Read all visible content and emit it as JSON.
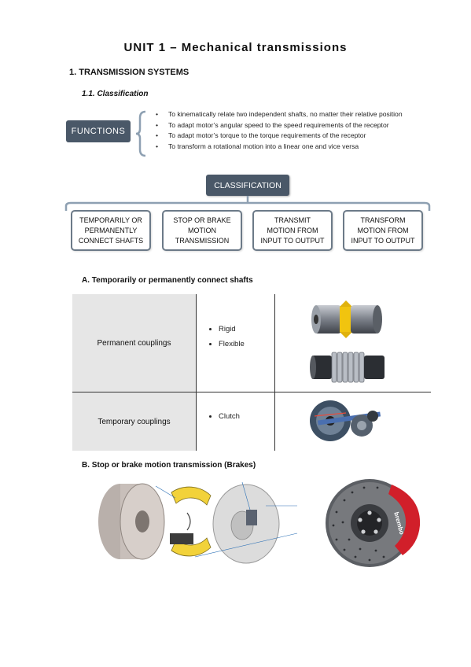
{
  "title": "UNIT 1 – Mechanical transmissions",
  "section1": "1.  TRANSMISSION SYSTEMS",
  "section1_1": "1.1.  Classification",
  "functions_label": "FUNCTIONS",
  "functions": [
    "To kinematically relate two independent shafts, no matter their relative position",
    "To adapt motor’s angular speed to the speed requirements of the receptor",
    "To adapt motor’s torque to the torque requirements of the receptor",
    "To transform a rotational motion into a linear one and vice versa"
  ],
  "classification_label": "CLASSIFICATION",
  "categories": [
    "TEMPORARILY OR\nPERMANENTLY\nCONNECT SHAFTS",
    "STOP OR BRAKE\nMOTION\nTRANSMISSION",
    "TRANSMIT\nMOTION FROM\nINPUT TO OUTPUT",
    "TRANSFORM\nMOTION FROM\nINPUT TO OUTPUT"
  ],
  "sectionA": "A.  Temporarily or permanently connect shafts",
  "couplings": {
    "permanent_label": "Permanent couplings",
    "permanent_items": [
      "Rigid",
      "Flexible"
    ],
    "temporary_label": "Temporary couplings",
    "temporary_items": [
      "Clutch"
    ]
  },
  "sectionB": "B.  Stop or brake motion transmission (Brakes)",
  "caliper_brand": "brembo",
  "colors": {
    "box_fill": "#4a5868",
    "tree_line": "#8ea0b2",
    "caliper": "#d11f2a",
    "shoe_yellow": "#f2d23a"
  }
}
